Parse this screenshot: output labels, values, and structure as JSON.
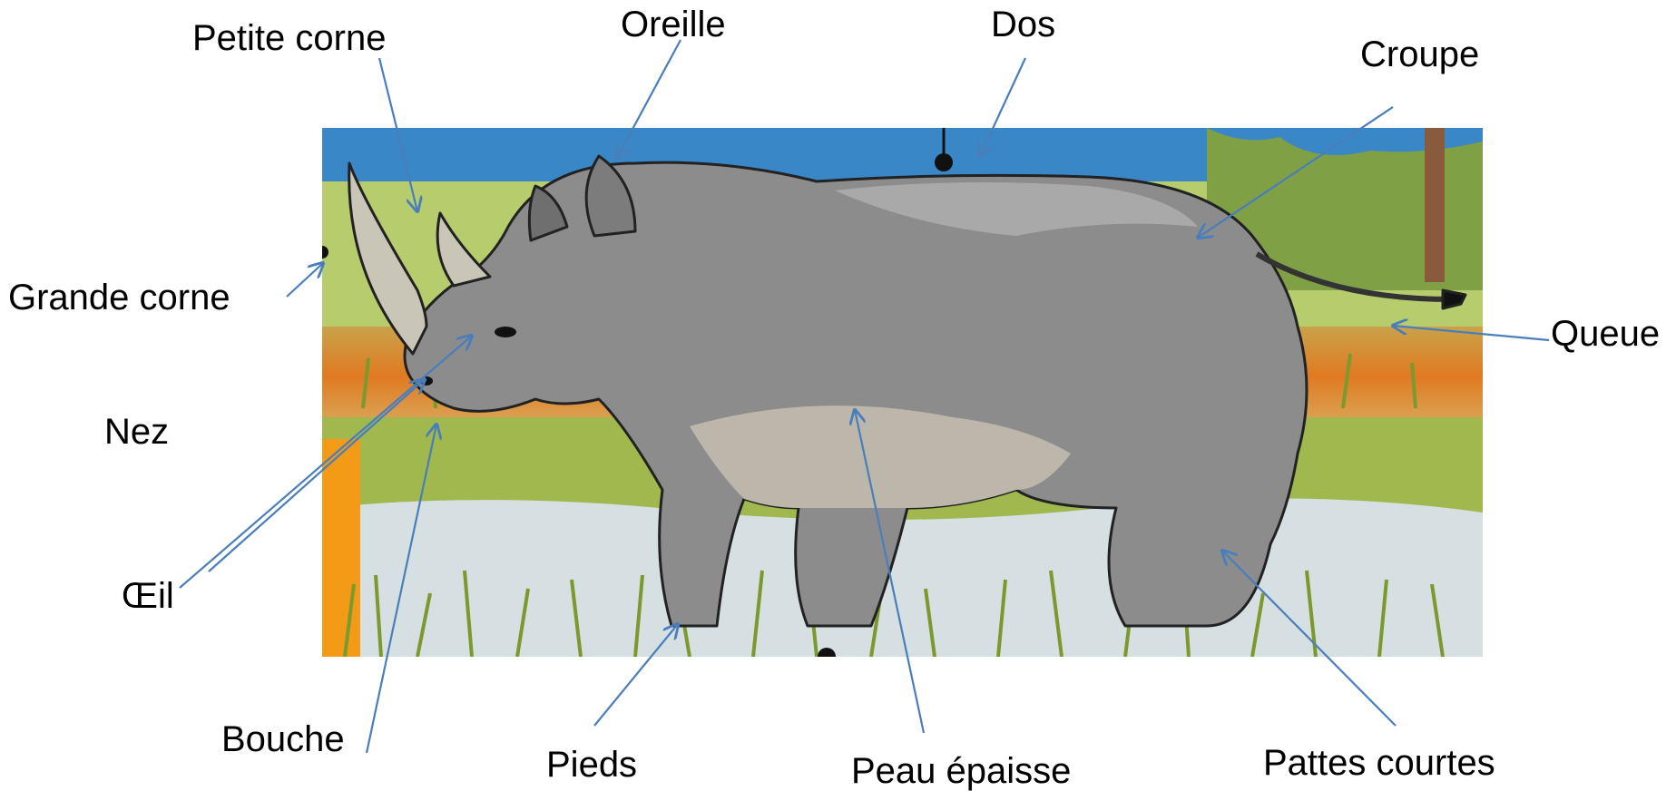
{
  "labels": {
    "petite_corne": "Petite corne",
    "oreille": "Oreille",
    "dos": "Dos",
    "croupe": "Croupe",
    "grande_corne": "Grande corne",
    "queue": "Queue",
    "nez": "Nez",
    "oeil": "Œil",
    "bouche": "Bouche",
    "pieds": "Pieds",
    "peau_epaisse": "Peau épaisse",
    "pattes_courtes": "Pattes courtes"
  },
  "colors": {
    "arrow": "#4a7ebb",
    "sky": "#3a87c8",
    "grass": "#a4c25a",
    "ground_orange": "#e38a2c",
    "water": "#d8e0e3",
    "rhino": "#8c8c8c",
    "rhino_light": "#bdb6aa",
    "orange_panel": "#f39a16"
  }
}
